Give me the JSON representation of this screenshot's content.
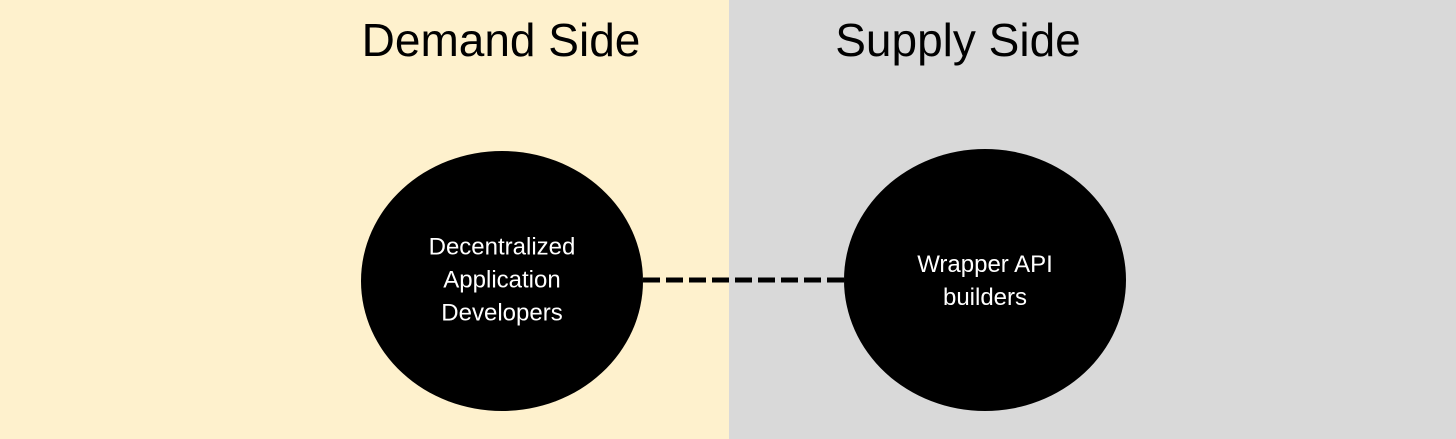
{
  "diagram": {
    "colors": {
      "demand_background": "#FEF1CD",
      "supply_background": "#D9D9D9",
      "node_fill": "#000000",
      "node_text": "#FFFFFF",
      "title_text": "#000000",
      "connector": "#000000"
    },
    "sides": [
      {
        "id": "demand",
        "title": "Demand Side",
        "node": {
          "label_lines": [
            "Decentralized",
            "Application",
            "Developers"
          ]
        }
      },
      {
        "id": "supply",
        "title": "Supply Side",
        "node": {
          "label_lines": [
            "Wrapper API",
            "builders"
          ]
        }
      }
    ],
    "connector": {
      "from": "demand",
      "to": "supply",
      "style": "dashed"
    }
  }
}
